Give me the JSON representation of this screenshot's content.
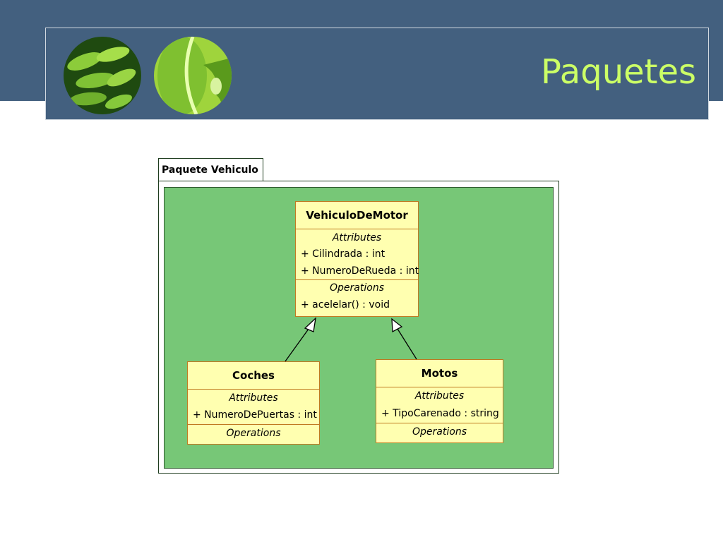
{
  "slide": {
    "title": "Paquetes"
  },
  "package": {
    "label": "Paquete Vehiculo"
  },
  "classes": {
    "vehiculo": {
      "name": "VehiculoDeMotor",
      "attributes_label": "Attributes",
      "attributes": [
        "+ Cilindrada : int",
        "+ NumeroDeRueda : int"
      ],
      "operations_label": "Operations",
      "operations": [
        "+ acelelar() : void"
      ]
    },
    "coches": {
      "name": "Coches",
      "attributes_label": "Attributes",
      "attributes": [
        "+ NumeroDePuertas : int"
      ],
      "operations_label": "Operations"
    },
    "motos": {
      "name": "Motos",
      "attributes_label": "Attributes",
      "attributes": [
        "+ TipoCarenado : string"
      ],
      "operations_label": "Operations"
    }
  },
  "colors": {
    "header": "#43607f",
    "title": "#ccff66",
    "package_fill": "#77c777",
    "class_fill": "#ffffb0",
    "class_border": "#c07a20"
  }
}
